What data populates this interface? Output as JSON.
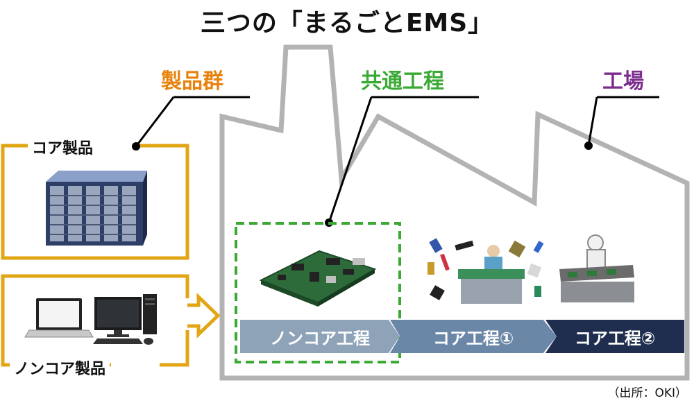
{
  "title": "三つの「まるごとEMS」",
  "labels": {
    "products": "製品群",
    "common_process": "共通工程",
    "factory": "工場",
    "core_product": "コア製品",
    "noncore_product": "ノンコア製品"
  },
  "steps": [
    {
      "label": "ノンコア工程"
    },
    {
      "label": "コア工程①"
    },
    {
      "label": "コア工程②"
    }
  ],
  "source": "（出所：OKI）",
  "colors": {
    "products": "#e8820c",
    "common_process": "#3aaa35",
    "factory": "#7b2d8e",
    "frame_gold": "#e2a514",
    "factory_outline": "#b3b3b3",
    "dashed_green": "#3aaa35",
    "step1": "#8fa3b8",
    "step2": "#6b87a8",
    "step3": "#1f2e4e"
  },
  "icons": [
    "server-rack-icon",
    "laptop-icon",
    "desktop-pc-icon",
    "circuit-board-icon",
    "factory-worker-icon",
    "conveyor-icon"
  ]
}
